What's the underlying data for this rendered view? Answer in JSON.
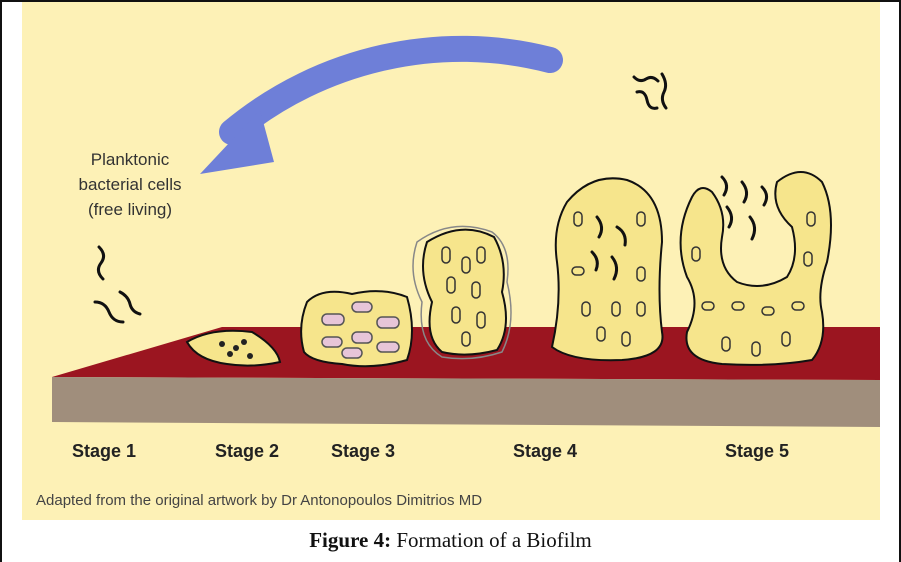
{
  "illustration": {
    "planktonic_label": [
      "Planktonic",
      "bacterial cells",
      "(free living)"
    ],
    "stages": [
      "Stage 1",
      "Stage 2",
      "Stage 3",
      "Stage 4",
      "Stage 5"
    ],
    "credit": "Adapted from the original artwork by Dr Antonopoulos Dimitrios MD"
  },
  "caption": {
    "prefix": "Figure 4:",
    "text": " Formation of a Biofilm"
  },
  "colors": {
    "background": "#fdf1b6",
    "arrow": "#6e7fd8",
    "surface_top": "#9b1520",
    "surface_side": "#a08e7c",
    "biofilm_fill": "#f6e58c",
    "cell_fill": "#e7c5d8"
  }
}
